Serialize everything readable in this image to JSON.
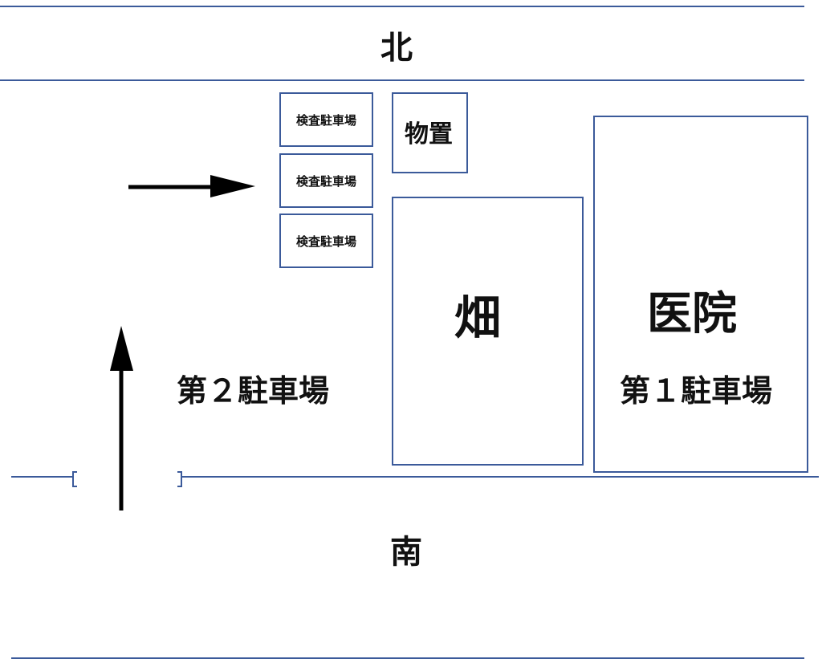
{
  "map": {
    "line_color": "#3b5a9a",
    "north_label": "北",
    "south_label": "南",
    "inspection_parking": [
      "検査駐車場",
      "検査駐車場",
      "検査駐車場"
    ],
    "storage_label": "物置",
    "field_label": "畑",
    "hospital_label": "医院",
    "parking_2_label": "第２駐車場",
    "parking_1_label": "第１駐車場",
    "arrows": [
      "arrow-right-icon",
      "arrow-up-icon"
    ]
  }
}
